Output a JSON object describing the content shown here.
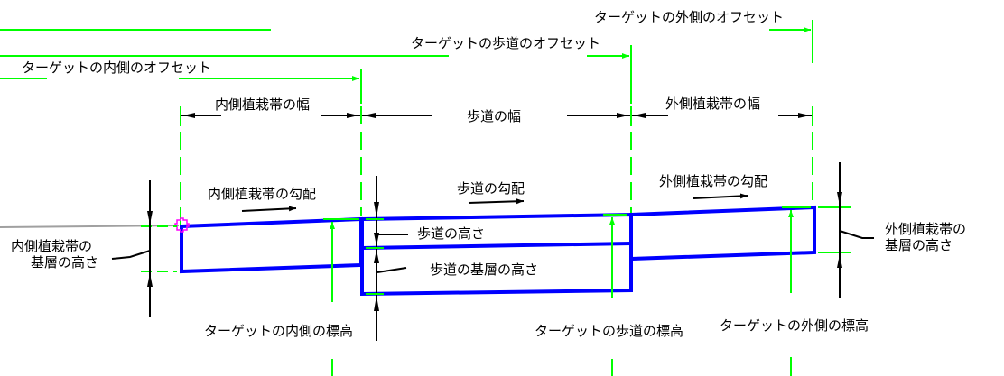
{
  "colors": {
    "green": "#00ff00",
    "blue": "#0000ff",
    "black": "#000000",
    "gray": "#a0a0a0",
    "magenta": "#ff00ff",
    "background": "#ffffff"
  },
  "offsets": {
    "outer_offset": "ターゲットの外側のオフセット",
    "walk_offset": "ターゲットの歩道のオフセット",
    "inner_offset": "ターゲットの内側のオフセット"
  },
  "widths": {
    "inner_strip_width": "内側植栽帯の幅",
    "walk_width": "歩道の幅",
    "outer_strip_width": "外側植栽帯の幅"
  },
  "slopes": {
    "inner_strip_slope": "内側植栽帯の勾配",
    "walk_slope": "歩道の勾配",
    "outer_strip_slope": "外側植栽帯の勾配"
  },
  "depths": {
    "inner_strip_depth_line1": "内側植栽帯の",
    "inner_strip_depth_line2": "基層の高さ",
    "walk_depth": "歩道の高さ",
    "walk_base_depth": "歩道の基層の高さ",
    "outer_strip_depth_line1": "外側植栽帯の",
    "outer_strip_depth_line2": "基層の高さ"
  },
  "elevations": {
    "inner_elevation": "ターゲットの内側の標高",
    "walk_elevation": "ターゲットの歩道の標高",
    "outer_elevation": "ターゲットの外側の標高"
  }
}
